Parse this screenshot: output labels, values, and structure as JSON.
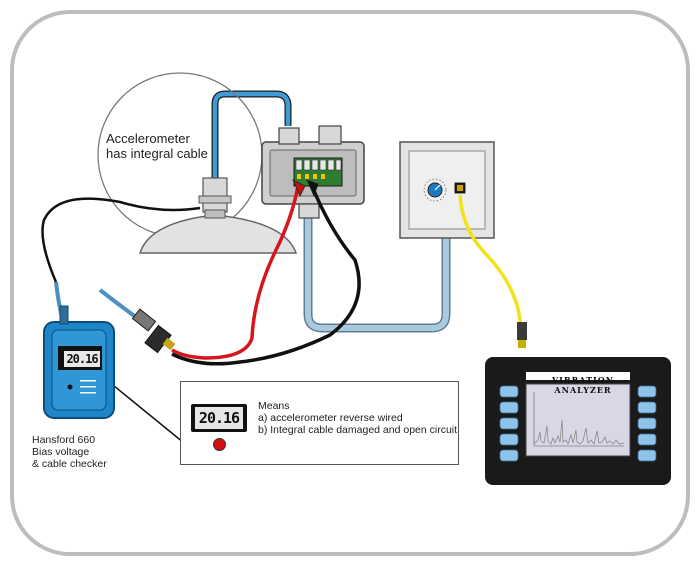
{
  "accelerometer": {
    "label_line1": "Accelerometer",
    "label_line2": "has integral cable"
  },
  "hansford": {
    "reading": "20.16",
    "label_line1": "Hansford 660",
    "label_line2": "Bias voltage",
    "label_line3": "& cable checker"
  },
  "means_panel": {
    "reading": "20.16",
    "heading": "Means",
    "item_a": "a) accelerometer reverse wired",
    "item_b": "b) Integral cable damaged and open circuit"
  },
  "analyzer": {
    "title": "VIBRATION ANALYZER"
  },
  "colors": {
    "frame": "#bdbdbd",
    "blue_cable": "#8fb6d6",
    "yellow_cable": "#f1e21b",
    "red_lead": "#d6161b",
    "black_lead": "#111111",
    "meter_blue": "#1e86c8",
    "analyzer_screen": "#d9d7e6",
    "analyzer_button": "#8ec3ea",
    "led": "#d51010"
  }
}
